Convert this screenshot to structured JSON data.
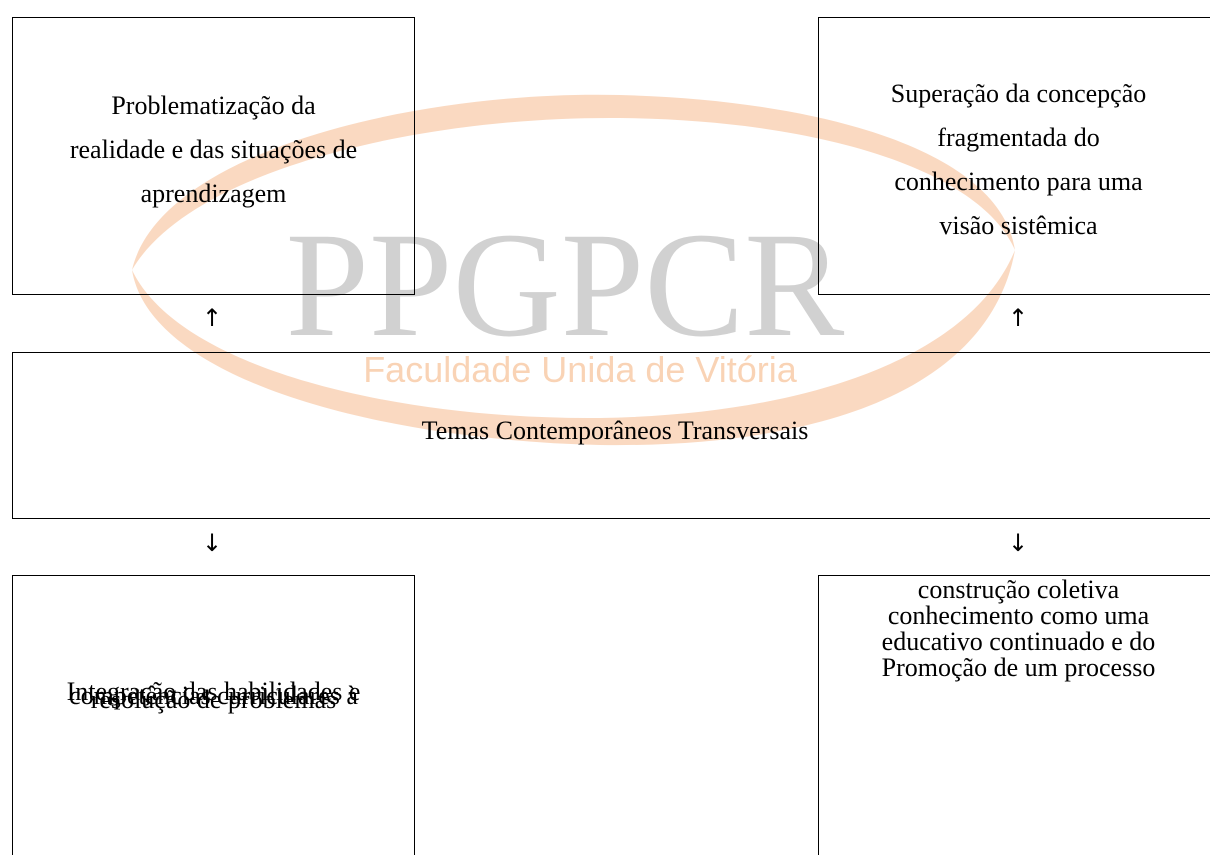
{
  "watermark": {
    "logo_text": "PPGPCR",
    "subtitle": "Faculdade Unida de Vitória",
    "colors": {
      "logo_gray": "#c9c9c9",
      "swoosh_orange": "#f6b98e",
      "subtitle_orange": "#f9cfae"
    }
  },
  "boxes": {
    "top_left": [
      "Problematização da",
      "realidade e das situações de",
      "aprendizagem"
    ],
    "top_right": [
      "Superação da concepção",
      "fragmentada do",
      "conhecimento para uma",
      "visão sistêmica"
    ],
    "center": "Temas Contemporâneos Transversais",
    "bottom_left": [
      "Integração das habilidades e",
      "competências curriculares à",
      "resolução de problemas"
    ],
    "bottom_right": [
      "Promoção de um processo",
      "educativo continuado e do",
      "conhecimento como uma",
      "construção coletiva"
    ]
  },
  "arrows": {
    "up": "↑",
    "down": "↓"
  }
}
